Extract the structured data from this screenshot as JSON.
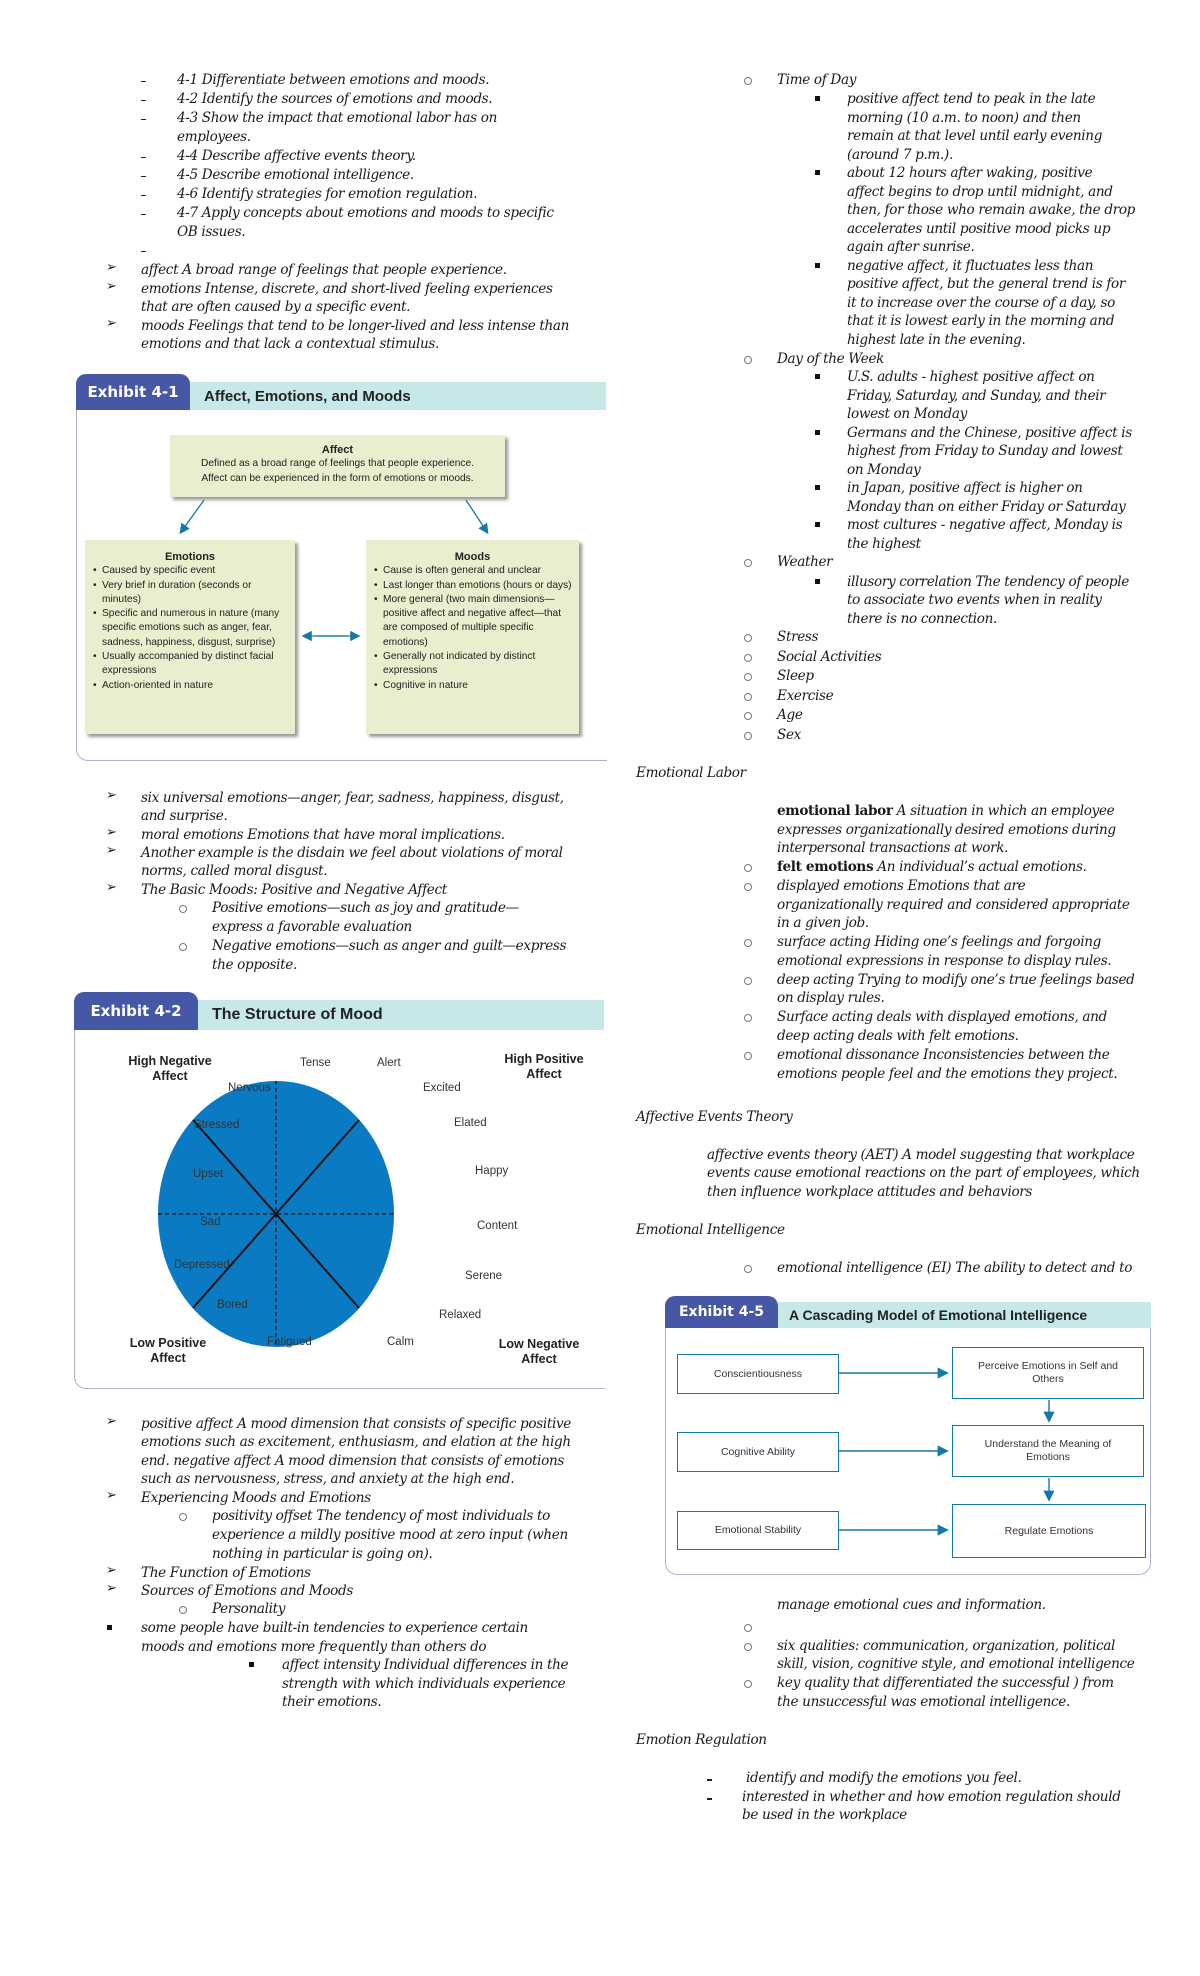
{
  "left": {
    "objectives": [
      "4-1 Differentiate between emotions and moods.",
      "4-2 Identify the sources of emotions and moods.",
      "4-3 Show the impact that emotional labor has on",
      "employees.",
      "4-4 Describe affective events theory.",
      "4-5 Describe emotional intelligence.",
      "4-6 Identify strategies for emotion regulation.",
      "4-7 Apply concepts about emotions and moods to specific",
      "OB issues."
    ],
    "defs": [
      "affect A broad range of feelings that people experience.",
      "emotions Intense, discrete, and short-lived feeling experiences",
      "that are often caused by a specific event.",
      "moods Feelings that tend to be longer-lived and less intense than",
      "emotions and that lack a contextual stimulus."
    ],
    "exhibit1": {
      "tab": "Exhibit 4-1",
      "title": "Affect, Emotions, and Moods",
      "affect_title": "Affect",
      "affect_lines": [
        "Defined as a broad range of feelings that people experience.",
        "Affect can be experienced in the form of emotions or moods."
      ],
      "emotions_title": "Emotions",
      "emotions_items": [
        "Caused by specific event",
        "Very brief in duration (seconds or minutes)",
        "Specific and numerous in nature (many specific emotions such as anger, fear, sadness, happiness, disgust, surprise)",
        "Usually accompanied by distinct facial expressions",
        "Action-oriented in nature"
      ],
      "moods_title": "Moods",
      "moods_items": [
        "Cause is often general and unclear",
        "Last longer than emotions (hours or days)",
        "More general (two main dimensions—positive affect and negative affect—that are composed of multiple specific emotions)",
        "Generally not indicated by distinct expressions",
        "Cognitive in nature"
      ]
    },
    "mid": [
      "six universal emotions—anger, fear, sadness, happiness, disgust,",
      "and surprise.",
      "moral emotions Emotions that have moral implications.",
      "Another example is the disdain we feel about violations of moral",
      "norms, called moral disgust.",
      "The Basic Moods: Positive and Negative Affect",
      "Positive emotions—such as joy and gratitude—",
      "express a favorable evaluation",
      "Negative emotions—such as anger and guilt—express",
      "the opposite."
    ],
    "exhibit2": {
      "tab": "Exhibit 4-2",
      "title": "The Structure of Mood",
      "q_hna": "High Negative Affect",
      "q_hpa": "High Positive Affect",
      "q_lpa": "Low Positive Affect",
      "q_lna": "Low Negative Affect",
      "labels": {
        "tense": "Tense",
        "alert": "Alert",
        "nervous": "Nervous",
        "excited": "Excited",
        "stressed": "Stressed",
        "elated": "Elated",
        "upset": "Upset",
        "happy": "Happy",
        "sad": "Sad",
        "content": "Content",
        "depressed": "Depressed",
        "serene": "Serene",
        "bored": "Bored",
        "relaxed": "Relaxed",
        "fatigued": "Fatigued",
        "calm": "Calm"
      },
      "circle_color": "#0a7bc2"
    },
    "bottom": [
      "positive affect A mood dimension that consists of specific positive",
      "emotions such as excitement, enthusiasm, and elation at the high",
      "end. negative affect A mood dimension that consists of emotions",
      "such as nervousness, stress, and anxiety at the high end.",
      "Experiencing Moods and Emotions",
      "positivity offset The tendency of most individuals to",
      "experience a mildly positive mood at zero input (when",
      "nothing in particular is going on).",
      "The Function of Emotions",
      "Sources of Emotions and Moods",
      "Personality",
      "some people have built-in tendencies to experience certain",
      "moods and emotions more frequently than others do",
      "affect intensity Individual differences in the",
      "strength with which individuals experience",
      "their emotions."
    ]
  },
  "right": {
    "top": [
      "Time of Day",
      "positive affect tend to peak in the late",
      "morning (10 a.m. to noon) and then",
      "remain at that level until early evening",
      "(around 7 p.m.).",
      "about 12 hours after waking, positive",
      "affect begins to drop until midnight, and",
      "then, for those who remain awake, the drop",
      "accelerates until positive mood picks up",
      "again after sunrise.",
      "negative affect, it fluctuates less than",
      "positive affect, but the general trend is for",
      "it to increase over the course of a day, so",
      "that it is lowest early in the morning and",
      "highest late in the evening.",
      "Day of the Week",
      "U.S. adults -  highest positive affect on",
      "Friday, Saturday, and Sunday, and their",
      "lowest on Monday",
      "Germans and the Chinese, positive affect is",
      "highest from Friday to Sunday and lowest",
      "on Monday",
      "in Japan, positive affect is higher on",
      "Monday than on either Friday or Saturday",
      "most cultures - negative affect, Monday is",
      "the highest",
      "Weather",
      "illusory correlation The tendency of people",
      "to associate two events when in reality",
      "there is no connection.",
      "Stress",
      "Social Activities",
      "Sleep",
      "Exercise",
      "Age",
      "Sex"
    ],
    "emotional_labor": {
      "heading": "Emotional Labor",
      "el_term": "emotional labor",
      "el_line1": "A situation in which an employee",
      "el_line2": "expresses organizationally desired emotions during",
      "el_line3": "interpersonal transactions at work.",
      "felt_term": "felt emotions",
      "felt_def": "An individual’s actual emotions.",
      "lines": [
        "displayed emotions Emotions that are",
        "organizationally required and considered appropriate",
        "in a given job.",
        "surface acting Hiding one’s feelings and forgoing",
        "emotional expressions in response to display rules.",
        "deep acting Trying to modify one’s true feelings based",
        "on display rules.",
        "Surface acting deals with displayed emotions, and",
        "deep acting deals with felt emotions.",
        "emotional dissonance Inconsistencies between the",
        "emotions people feel and the emotions they project."
      ]
    },
    "aet": {
      "heading": "Affective Events Theory",
      "lines": [
        "affective events theory (AET) A model suggesting that workplace",
        "events cause emotional reactions on the part of employees, which",
        "then influence workplace attitudes and behaviors"
      ]
    },
    "ei": {
      "heading": "Emotional Intelligence",
      "line1": "emotional intelligence (EI) The ability to detect and to",
      "exhibit": {
        "tab": "Exhibit 4-5",
        "title": "A Cascading Model of Emotional Intelligence",
        "left_boxes": [
          "Conscientiousness",
          "Cognitive Ability",
          "Emotional Stability"
        ],
        "right_boxes": [
          "Perceive Emotions in Self and Others",
          "Understand the Meaning of Emotions",
          "Regulate Emotions"
        ]
      },
      "after": [
        "manage emotional cues and information.",
        "six qualities: communication, organization, political",
        "skill, vision, cognitive style, and emotional intelligence",
        "key quality that differentiated the successful ) from",
        "the unsuccessful was emotional intelligence."
      ]
    },
    "regulation": {
      "heading": "Emotion Regulation",
      "lines": [
        " identify and modify the emotions you feel.",
        "interested in whether and how emotion regulation should",
        "be used in the workplace"
      ]
    }
  }
}
